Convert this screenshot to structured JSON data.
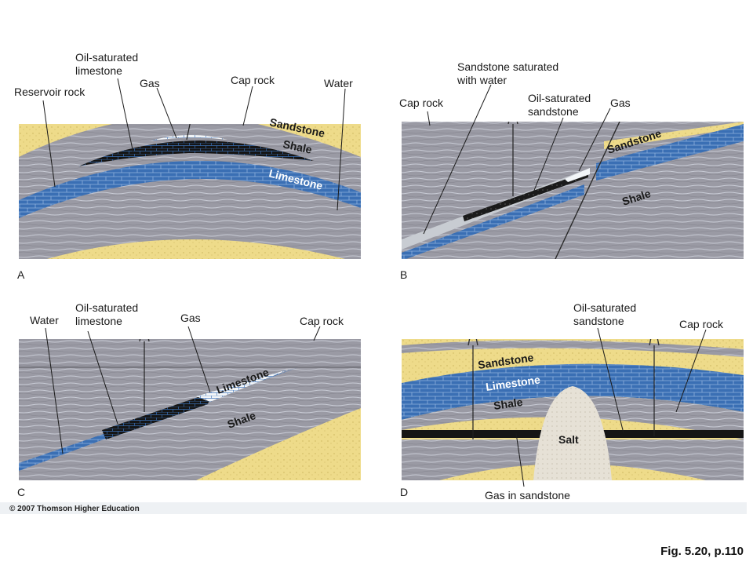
{
  "panels": {
    "A": {
      "letter": "A",
      "labels": {
        "oil_limestone_1": "Oil-saturated",
        "oil_limestone_2": "limestone",
        "gas": "Gas",
        "cap_rock": "Cap rock",
        "water": "Water",
        "reservoir_rock": "Reservoir rock",
        "sandstone": "Sandstone",
        "shale": "Shale",
        "limestone": "Limestone"
      }
    },
    "B": {
      "letter": "B",
      "labels": {
        "sandstone_water_1": "Sandstone saturated",
        "sandstone_water_2": "with water",
        "cap_rock": "Cap rock",
        "oil_sandstone_1": "Oil-saturated",
        "oil_sandstone_2": "sandstone",
        "gas": "Gas",
        "sandstone": "Sandstone",
        "shale": "Shale"
      }
    },
    "C": {
      "letter": "C",
      "labels": {
        "water": "Water",
        "oil_limestone_1": "Oil-saturated",
        "oil_limestone_2": "limestone",
        "gas": "Gas",
        "cap_rock": "Cap rock",
        "limestone": "Limestone",
        "shale": "Shale"
      }
    },
    "D": {
      "letter": "D",
      "labels": {
        "oil_sandstone_1": "Oil-saturated",
        "oil_sandstone_2": "sandstone",
        "cap_rock": "Cap rock",
        "sandstone": "Sandstone",
        "limestone": "Limestone",
        "shale": "Shale",
        "salt": "Salt",
        "gas_in_sandstone": "Gas in sandstone"
      }
    }
  },
  "credit": "© 2007 Thomson Higher Education",
  "figure_ref": "Fig. 5.20, p.110",
  "colors": {
    "shale": "#9a9aa4",
    "sandstone": "#eedb8a",
    "limestone": "#3a6fb4",
    "oil": "#151515",
    "gas": "#f2f5f8",
    "salt": "#e6e1d6",
    "water_sand": "#c8ccd2"
  }
}
